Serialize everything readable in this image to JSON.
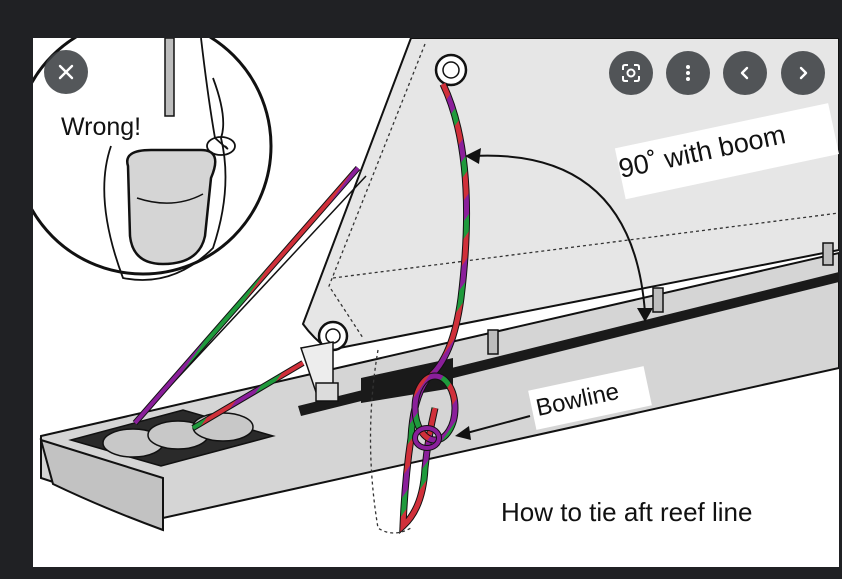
{
  "viewer": {
    "background_color": "#202124",
    "controls": {
      "close": {
        "icon": "close-icon"
      },
      "lens": {
        "icon": "lens-icon"
      },
      "more": {
        "icon": "more-vertical-icon"
      },
      "prev": {
        "icon": "chevron-left-icon"
      },
      "next": {
        "icon": "chevron-right-icon"
      }
    }
  },
  "illustration": {
    "inset_label": "Wrong!",
    "angle_label": "90˚ with boom",
    "knot_label": "Bowline",
    "caption": "How to tie aft reef line",
    "line_colors": [
      "#d0303a",
      "#8a1f9a",
      "#1f9a3c"
    ]
  }
}
